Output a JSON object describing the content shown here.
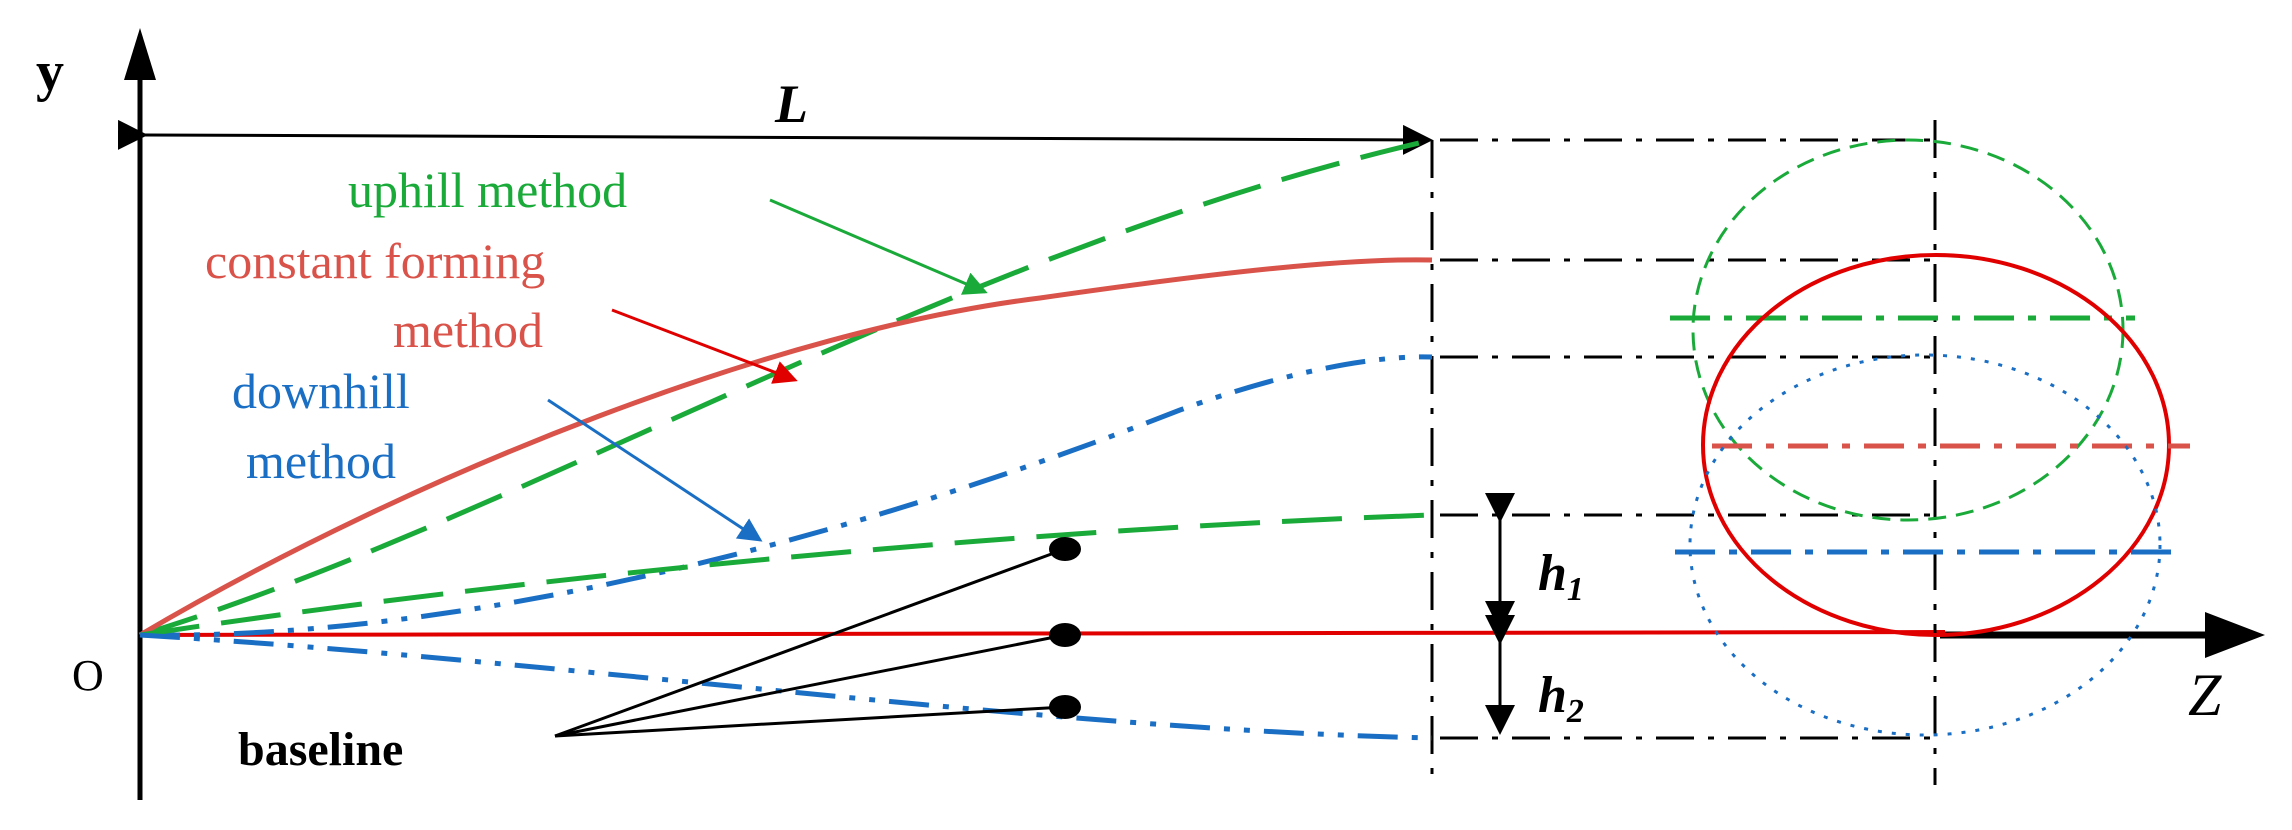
{
  "labels": {
    "y_axis": "y",
    "z_axis": "Z",
    "origin": "O",
    "length": "L",
    "h1": "h",
    "h1_sub": "1",
    "h2": "h",
    "h2_sub": "2",
    "uphill": "uphill method",
    "constant_line1": "constant forming",
    "constant_line2": "method",
    "downhill_line1": "downhill",
    "downhill_line2": "method",
    "baseline": "baseline"
  },
  "colors": {
    "uphill": "#1aaa3a",
    "constant": "#d9534a",
    "constant_arrow": "#e00000",
    "downhill": "#1a6fc4",
    "axis": "#000000",
    "zero_line": "#e00000"
  }
}
